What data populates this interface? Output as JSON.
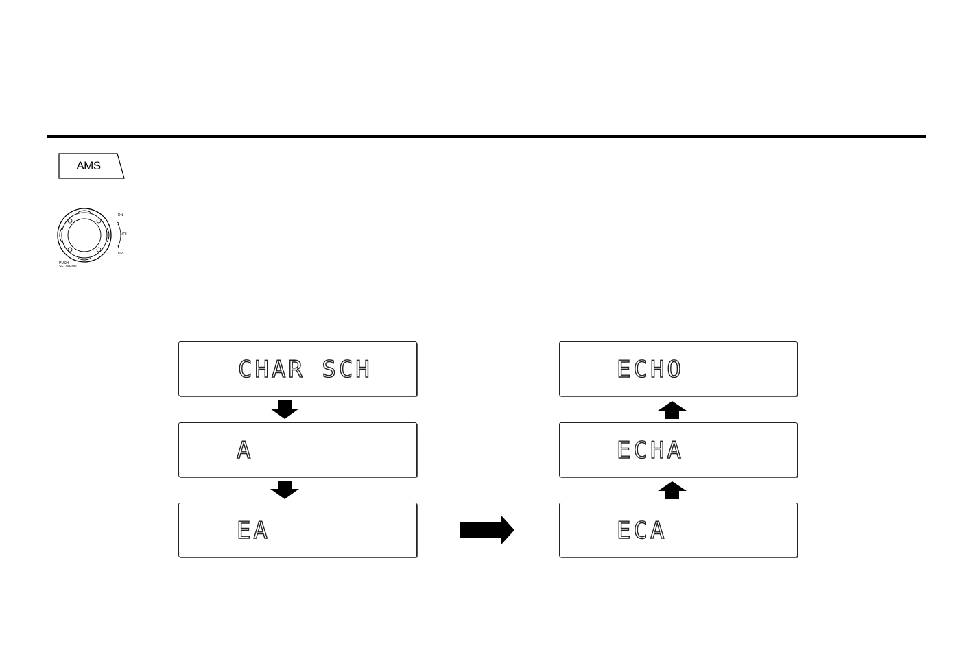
{
  "button": {
    "label": "AMS",
    "icon": "ams-button-icon"
  },
  "knob": {
    "icon": "volume-knob-icon",
    "up_label": "DN",
    "vol_label": "VOL",
    "down_label": "UP",
    "push_label_1": "PUSH",
    "push_label_2": "SEL/MENU"
  },
  "left_column": [
    {
      "text": "CHAR SCH"
    },
    {
      "text": "A"
    },
    {
      "text": "EA"
    }
  ],
  "right_column": [
    {
      "text": "ECHO"
    },
    {
      "text": "ECHA"
    },
    {
      "text": "ECA"
    }
  ]
}
